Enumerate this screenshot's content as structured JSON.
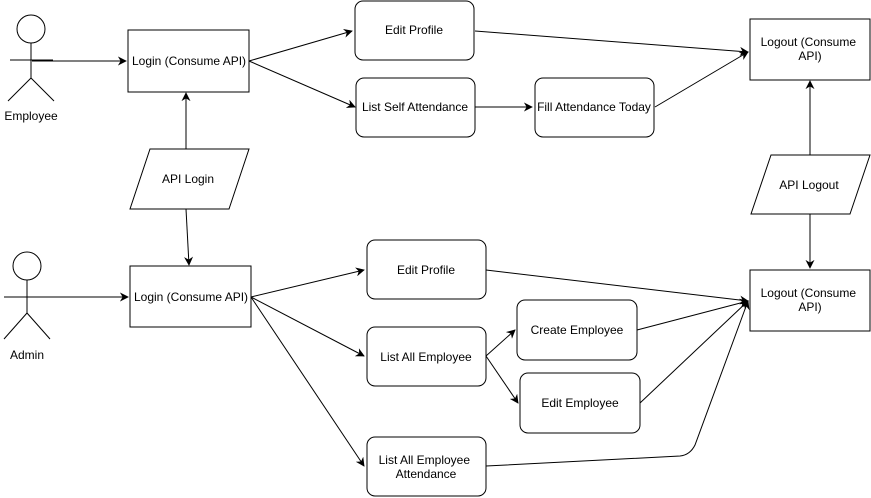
{
  "actors": {
    "employee": {
      "label": "Employee"
    },
    "admin": {
      "label": "Admin"
    }
  },
  "nodes": {
    "emp_login": {
      "lines": [
        "Login (Consume API)"
      ]
    },
    "emp_edit_profile": {
      "lines": [
        "Edit Profile"
      ]
    },
    "emp_list_self_attendance": {
      "lines": [
        "List Self Attendance"
      ]
    },
    "emp_fill_attendance": {
      "lines": [
        "Fill Attendance Today"
      ]
    },
    "emp_logout": {
      "lines": [
        "Logout (Consume",
        "API)"
      ]
    },
    "api_login": {
      "lines": [
        "API Login"
      ]
    },
    "api_logout": {
      "lines": [
        "API Logout"
      ]
    },
    "adm_login": {
      "lines": [
        "Login (Consume API)"
      ]
    },
    "adm_edit_profile": {
      "lines": [
        "Edit Profile"
      ]
    },
    "adm_list_all_employee": {
      "lines": [
        "List All Employee"
      ]
    },
    "adm_create_employee": {
      "lines": [
        "Create Employee"
      ]
    },
    "adm_edit_employee": {
      "lines": [
        "Edit Employee"
      ]
    },
    "adm_list_attendance": {
      "lines": [
        "List All Employee",
        "Attendance"
      ]
    },
    "adm_logout": {
      "lines": [
        "Logout (Consume",
        "API)"
      ]
    }
  },
  "colors": {
    "stroke": "#000000",
    "fill": "#ffffff",
    "text": "#000000",
    "actor_fill": "#ffffff"
  }
}
